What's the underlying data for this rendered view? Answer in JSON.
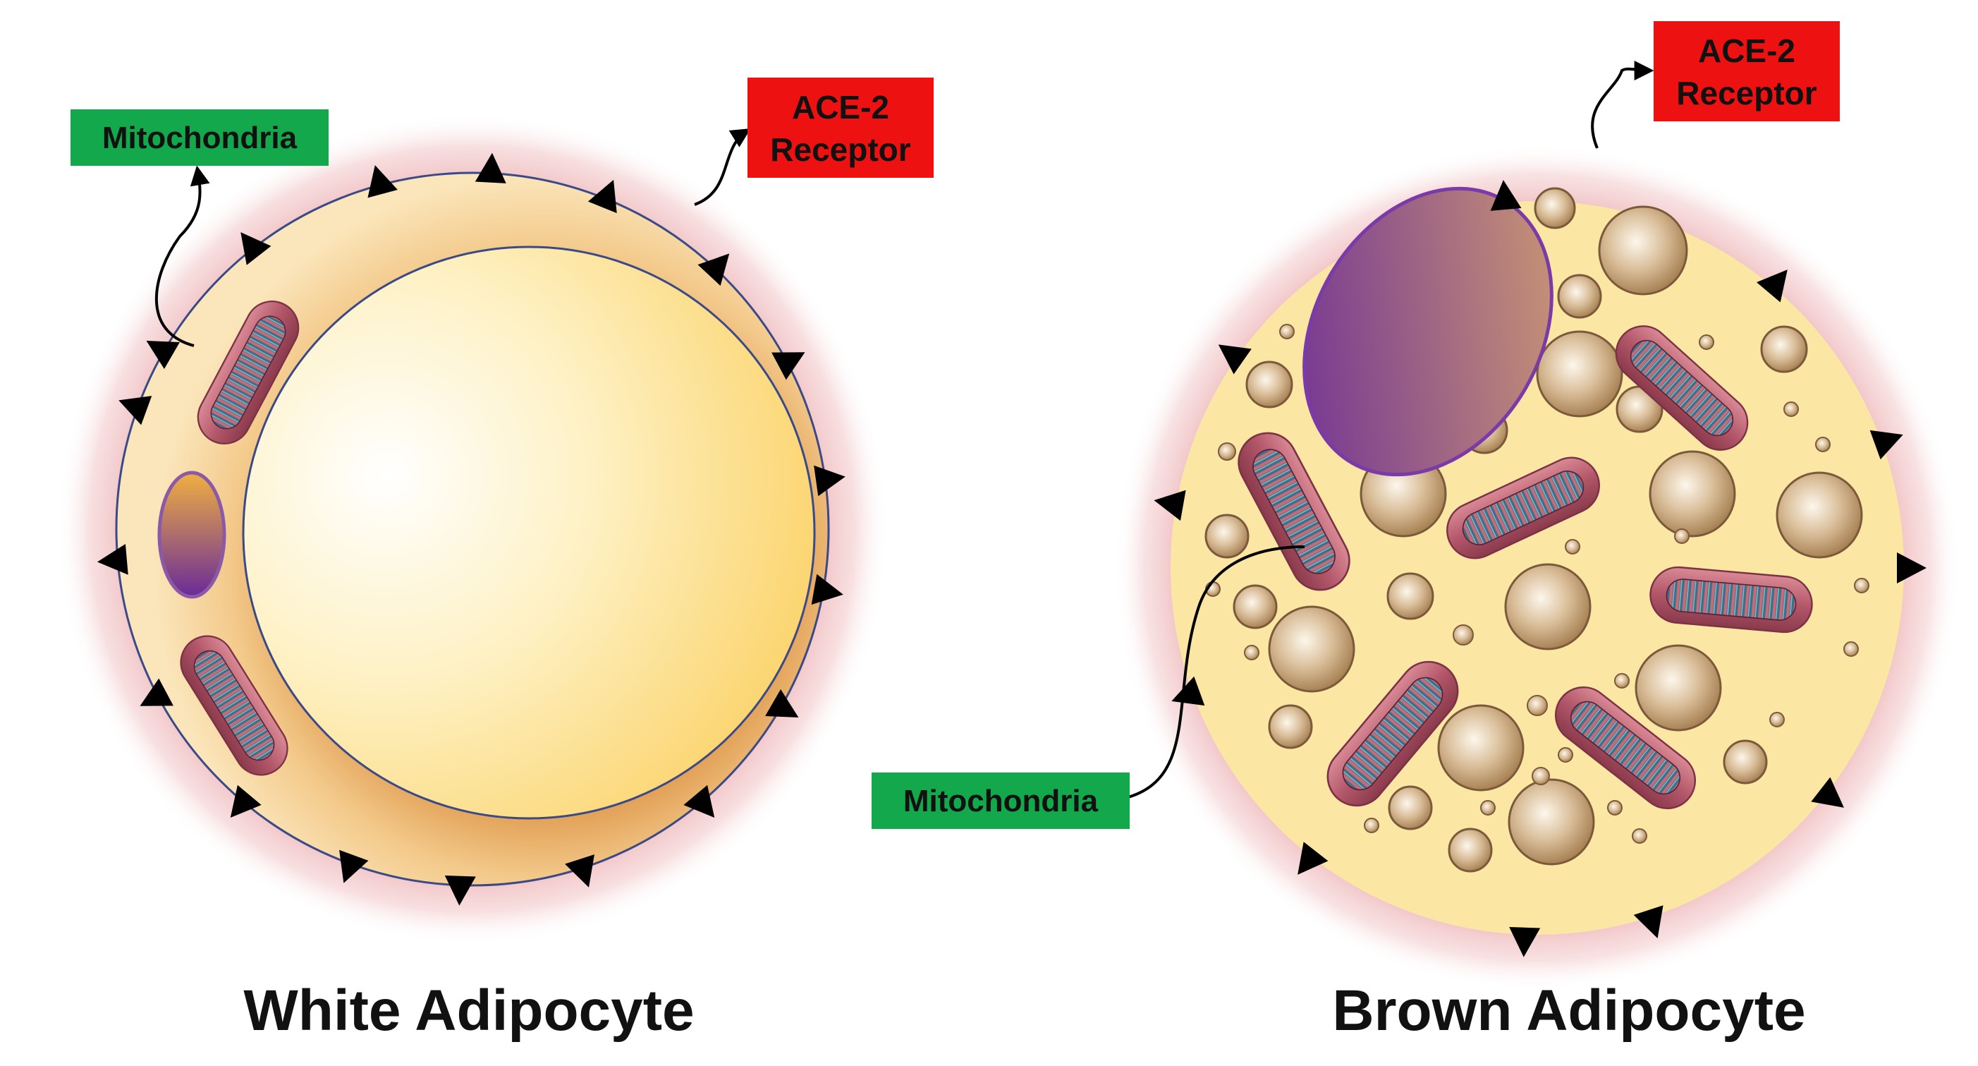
{
  "white_cell": {
    "title": "White Adipocyte",
    "mito_label": "Mitochondria",
    "ace_line1": "ACE-2",
    "ace_line2": "Receptor"
  },
  "brown_cell": {
    "title": "Brown Adipocyte",
    "mito_label": "Mitochondria",
    "ace_line1": "ACE-2",
    "ace_line2": "Receptor"
  },
  "colors": {
    "label_green": "#12a84b",
    "label_red": "#ee1111",
    "halo": "#e8a0a0",
    "cytoplasm": "#fbe6a4",
    "lipid": "#fde79a",
    "droplet": "#c9a77c",
    "nucleus": "#7a3aa0",
    "mitochondria": "#b85a6c"
  }
}
